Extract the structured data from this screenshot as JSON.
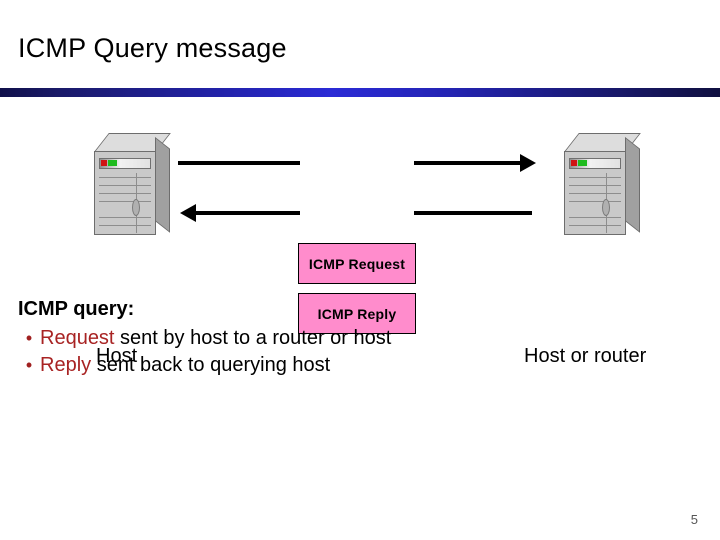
{
  "slide": {
    "title": "ICMP Query message",
    "page_number": "5",
    "accent_rule_color": "#2b2bd6"
  },
  "diagram": {
    "left_endpoint": {
      "icon": "server-tower-icon",
      "label": "Host"
    },
    "right_endpoint": {
      "icon": "server-tower-icon",
      "label": "Host or router"
    },
    "messages": [
      {
        "label": "ICMP Request",
        "direction": "right",
        "box_color": "#ff8ccc"
      },
      {
        "label": "ICMP Reply",
        "direction": "left",
        "box_color": "#ff8ccc"
      }
    ]
  },
  "body": {
    "heading": "ICMP query:",
    "bullet_marker": "•",
    "keyword_color": "#a82323",
    "bullets": [
      {
        "keyword": "Request",
        "rest": " sent by host to a router or host"
      },
      {
        "keyword": "Reply",
        "rest": " sent back to querying host"
      }
    ]
  }
}
